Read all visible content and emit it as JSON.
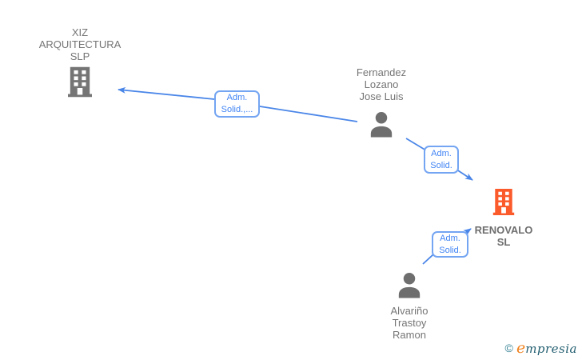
{
  "nodes": {
    "xiz": {
      "entity_type": "company",
      "name_lines": [
        "XIZ",
        "ARQUITECTURA",
        "SLP"
      ],
      "icon": "building-icon",
      "icon_color": "#757575"
    },
    "fernandez": {
      "entity_type": "person",
      "name_lines": [
        "Fernandez",
        "Lozano",
        "Jose Luis"
      ],
      "icon": "person-icon",
      "icon_color": "#6e6e6e"
    },
    "renovalo": {
      "entity_type": "company",
      "name_lines": [
        "RENOVALO",
        "SL"
      ],
      "icon": "building-icon",
      "icon_color": "#fb5a2b"
    },
    "alvarino": {
      "entity_type": "person",
      "name_lines": [
        "Alvariño",
        "Trastoy",
        "Ramon"
      ],
      "icon": "person-icon",
      "icon_color": "#6e6e6e"
    }
  },
  "edges": [
    {
      "from": "Fernandez Lozano Jose Luis",
      "to": "XIZ ARQUITECTURA SLP",
      "label_lines": [
        "Adm.",
        "Solid.,..."
      ]
    },
    {
      "from": "Fernandez Lozano Jose Luis",
      "to": "RENOVALO SL",
      "label_lines": [
        "Adm.",
        "Solid."
      ]
    },
    {
      "from": "Alvariño Trastoy Ramon",
      "to": "RENOVALO SL",
      "label_lines": [
        "Adm.",
        "Solid."
      ]
    }
  ],
  "watermark": {
    "copyright": "©",
    "brand_initial": "e",
    "brand_rest": "mpresia"
  },
  "colors": {
    "edge_blue": "#4a86e8",
    "edge_label_text": "#4285f4",
    "edge_label_border": "#74a5f2",
    "node_gray": "#757575",
    "highlight_company_orange": "#fb5a2b",
    "watermark_teal": "#2e7d91",
    "watermark_orange": "#f0821e"
  }
}
